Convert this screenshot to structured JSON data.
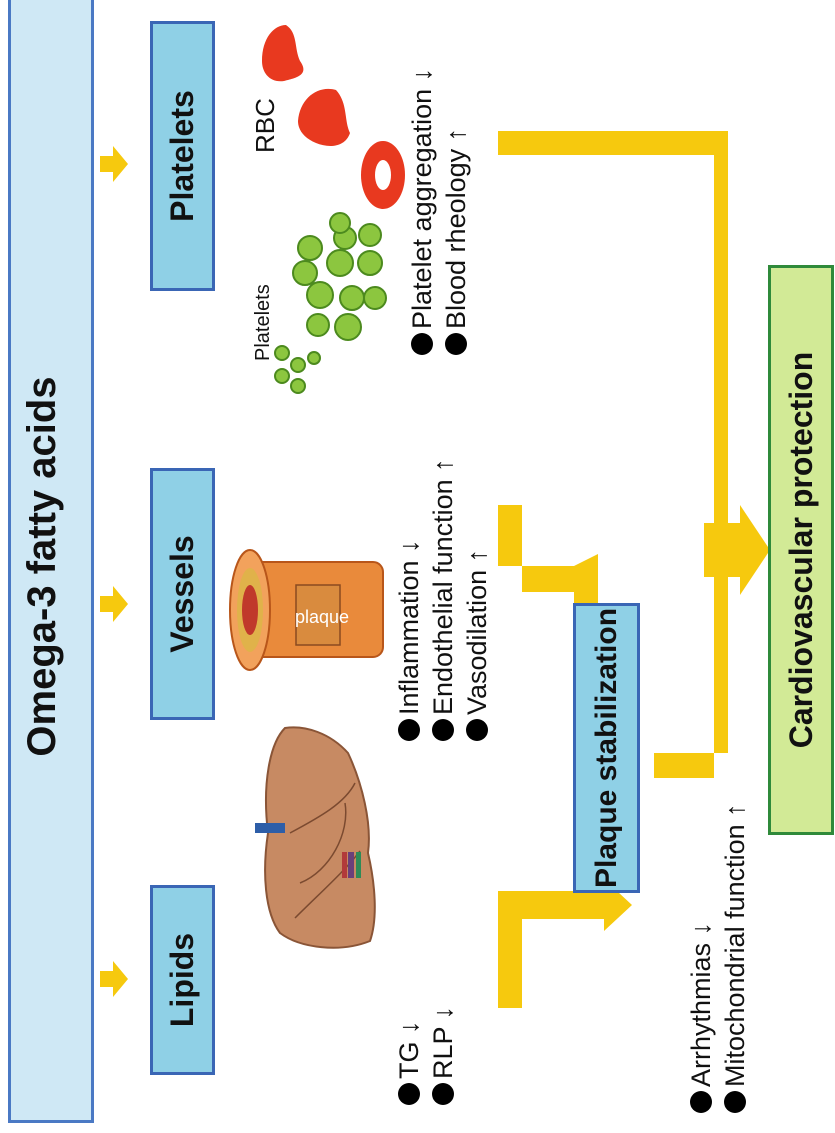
{
  "title": "Omega-3 fatty acids",
  "categories": {
    "lipids": "Lipids",
    "vessels": "Vessels",
    "platelets": "Platelets"
  },
  "lipids_effects": [
    "TG ↓",
    "RLP ↓"
  ],
  "vessels_effects": [
    "Inflammation ↓",
    "Endothelial function ↑",
    "Vasodilation ↑"
  ],
  "platelets_effects": [
    "Platelet aggregation ↓",
    "Blood rheology ↑"
  ],
  "heart_effects": [
    "Arrhythmias ↓",
    "Mitochondrial function ↑"
  ],
  "plaque_stabilization": "Plaque stabilization",
  "cardiovascular_protection": "Cardiovascular protection",
  "image_labels": {
    "platelets": "Platelets",
    "rbc": "RBC",
    "plaque": "plaque"
  },
  "colors": {
    "arrow": "#f6c90e",
    "category_fill": "#8fd0e6",
    "category_border": "#3a66b5",
    "outcome_fill": "#d2ea96",
    "outcome_border": "#2f8a3a",
    "rbc": "#e8391f",
    "platelet": "#8cc63f"
  },
  "icons": [
    "liver-icon",
    "artery-plaque-icon",
    "platelets-icon",
    "red-blood-cell-icon"
  ]
}
